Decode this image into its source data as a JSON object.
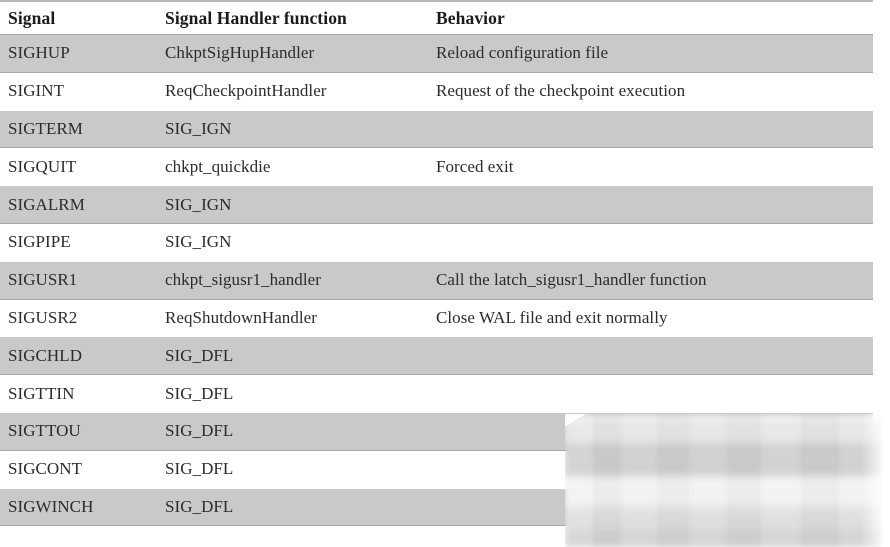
{
  "table": {
    "columns": [
      "Signal",
      "Signal Handler function",
      "Behavior"
    ],
    "rows": [
      {
        "signal": "SIGHUP",
        "handler": "ChkptSigHupHandler",
        "behavior": "Reload configuration file"
      },
      {
        "signal": "SIGINT",
        "handler": "ReqCheckpointHandler",
        "behavior": "Request of the checkpoint execution"
      },
      {
        "signal": "SIGTERM",
        "handler": "SIG_IGN",
        "behavior": ""
      },
      {
        "signal": "SIGQUIT",
        "handler": "chkpt_quickdie",
        "behavior": "Forced exit"
      },
      {
        "signal": "SIGALRM",
        "handler": "SIG_IGN",
        "behavior": ""
      },
      {
        "signal": "SIGPIPE",
        "handler": "SIG_IGN",
        "behavior": ""
      },
      {
        "signal": "SIGUSR1",
        "handler": "chkpt_sigusr1_handler",
        "behavior": "Call the latch_sigusr1_handler function"
      },
      {
        "signal": "SIGUSR2",
        "handler": "ReqShutdownHandler",
        "behavior": "Close WAL file and exit normally"
      },
      {
        "signal": "SIGCHLD",
        "handler": "SIG_DFL",
        "behavior": ""
      },
      {
        "signal": "SIGTTIN",
        "handler": "SIG_DFL",
        "behavior": ""
      },
      {
        "signal": "SIGTTOU",
        "handler": "SIG_DFL",
        "behavior": ""
      },
      {
        "signal": "SIGCONT",
        "handler": "SIG_DFL",
        "behavior": ""
      },
      {
        "signal": "SIGWINCH",
        "handler": "SIG_DFL",
        "behavior": ""
      }
    ],
    "colors": {
      "shaded_row": "#c9c9c9",
      "plain_row": "#ffffff",
      "rule": "#a6a6a6",
      "text": "#2b2b2b",
      "header_text": "#1a1a1a"
    }
  },
  "overlay": {
    "kind": "blurred-redaction-region"
  }
}
